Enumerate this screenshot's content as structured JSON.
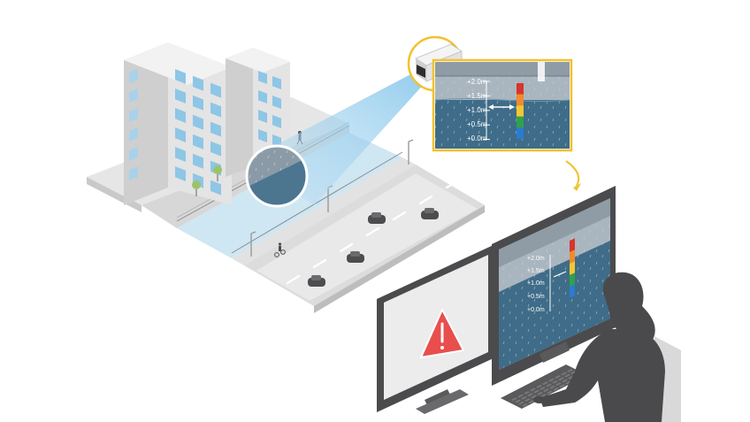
{
  "colors": {
    "water": "#3a6b8a",
    "canal": "#cfe6f3",
    "callout_border": "#f2c12e",
    "warning": "#e94e4e",
    "monitor": "#4b4b4d",
    "person": "#4a4a4c",
    "road": "#d9d9d9"
  },
  "icons": {
    "camera": "security-camera-icon",
    "warning": "warning-triangle-icon",
    "arrow": "curved-arrow-icon"
  },
  "gauge": {
    "labels": [
      "+2.0m",
      "+1.5m",
      "+1.0m",
      "+0.5m",
      "+0.0m"
    ],
    "segment_colors": [
      "#d8342c",
      "#f28a2b",
      "#f3c730",
      "#2fa24a",
      "#2b7bd1"
    ],
    "water_level_m": 1.0
  }
}
